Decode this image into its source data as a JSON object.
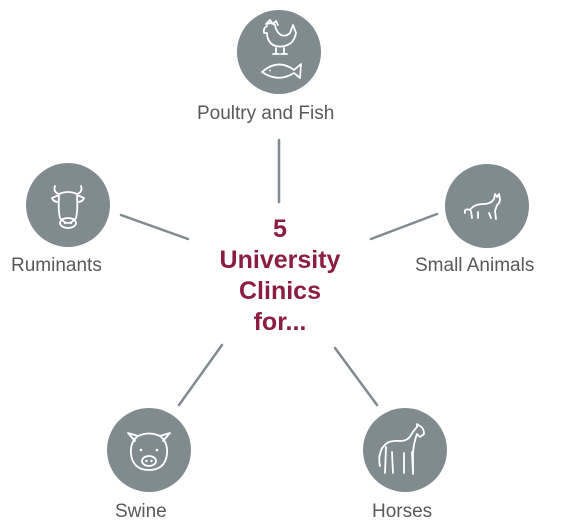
{
  "center": {
    "lines": [
      "5",
      "University",
      "Clinics",
      "for..."
    ]
  },
  "nodes": [
    {
      "label": "Poultry and Fish",
      "icon": "chicken-fish-icon"
    },
    {
      "label": "Small Animals",
      "icon": "cat-icon"
    },
    {
      "label": "Horses",
      "icon": "horse-icon"
    },
    {
      "label": "Swine",
      "icon": "pig-icon"
    },
    {
      "label": "Ruminants",
      "icon": "cow-icon"
    }
  ],
  "colors": {
    "circle": "#7f8b8f",
    "connector": "#7f8b8f",
    "center_text": "#8c1d40",
    "label_text": "#595959"
  }
}
